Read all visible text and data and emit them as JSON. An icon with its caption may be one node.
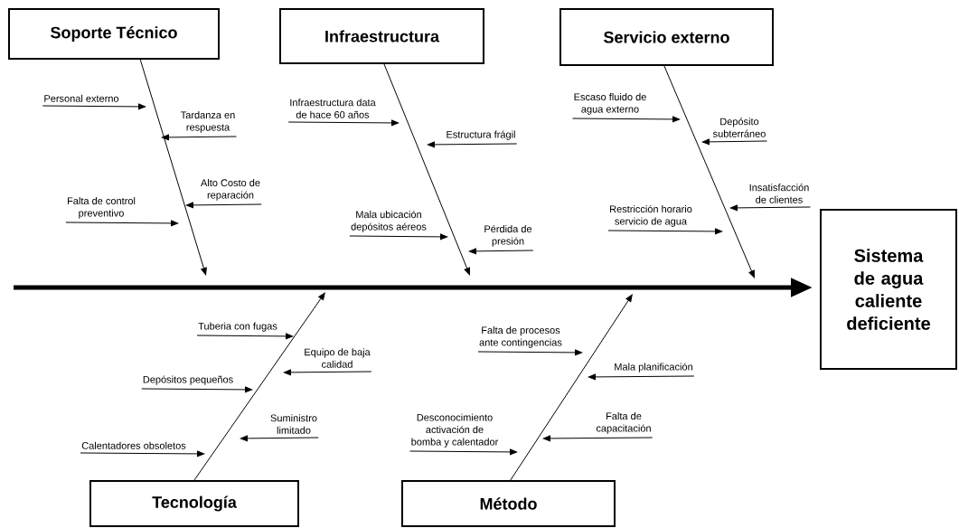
{
  "diagram": {
    "nodes": [
      {
        "text": [
          "Soporte Técnico"
        ]
      },
      {
        "text": [
          "Personal externo"
        ]
      },
      {
        "text": [
          "Tardanza en respuesta"
        ]
      },
      {
        "text": [
          "Alto Costo de reparación"
        ]
      },
      {
        "text": [
          "Falta de control preventivo"
        ]
      },
      {
        "text": [
          "Infraestructura"
        ]
      },
      {
        "text": [
          "Infraestructura data de hace 60 años"
        ]
      },
      {
        "text": [
          "Estructura frágil"
        ]
      },
      {
        "text": [
          "Mala ubicación depósitos aéreos"
        ]
      },
      {
        "text": [
          "Pérdida de presión"
        ]
      },
      {
        "text": [
          "Servicio externo"
        ]
      },
      {
        "text": [
          "Escaso fluido de agua externo"
        ]
      },
      {
        "text": [
          "Depósito subterráneo"
        ]
      },
      {
        "text": [
          "Insatisfacción de clientes"
        ]
      },
      {
        "text": [
          "Restricción horario servicio de agua"
        ]
      },
      {
        "text": [
          "Sistema de agua caliente deficiente"
        ]
      },
      {
        "text": [
          "Tecnología"
        ]
      },
      {
        "text": [
          "Tuberia con fugas"
        ]
      },
      {
        "text": [
          "Equipo de baja calidad"
        ]
      },
      {
        "text": [
          "Depósitos pequeños"
        ]
      },
      {
        "text": [
          "Suministro limitado"
        ]
      },
      {
        "text": [
          "Calentadores obsoletos"
        ]
      },
      {
        "text": [
          "Método"
        ]
      },
      {
        "text": [
          "Falta de procesos ante contingencias"
        ]
      },
      {
        "text": [
          "Mala planificación"
        ]
      },
      {
        "text": [
          "Desconocimiento activación de bomba y calentador"
        ]
      },
      {
        "text": [
          "Falta de capacitación"
        ]
      }
    ],
    "edges": [
      {
        "from": 0,
        "to": null,
        "arrow": "to"
      },
      {
        "from": 1,
        "to": null,
        "arrow": "to"
      },
      {
        "from": 2,
        "to": null,
        "arrow": "to"
      },
      {
        "from": 3,
        "to": null,
        "arrow": "to"
      },
      {
        "from": 4,
        "to": null,
        "arrow": "to"
      },
      {
        "from": 5,
        "to": null,
        "arrow": "to"
      },
      {
        "from": 6,
        "to": null,
        "arrow": "to"
      },
      {
        "from": 7,
        "to": null,
        "arrow": "to"
      },
      {
        "from": 8,
        "to": null,
        "arrow": "to"
      },
      {
        "from": 9,
        "to": null,
        "arrow": "to"
      },
      {
        "from": 10,
        "to": null,
        "arrow": "to"
      },
      {
        "from": 11,
        "to": null,
        "arrow": "to"
      },
      {
        "from": 12,
        "to": null,
        "arrow": "to"
      },
      {
        "from": 13,
        "to": null,
        "arrow": "to"
      },
      {
        "from": 14,
        "to": null,
        "arrow": "to"
      },
      {
        "from": null,
        "to": 15,
        "arrow": "to",
        "style": "thick"
      },
      {
        "from": 16,
        "to": null,
        "arrow": "to"
      },
      {
        "from": 17,
        "to": null,
        "arrow": "to"
      },
      {
        "from": 18,
        "to": null,
        "arrow": "to"
      },
      {
        "from": 19,
        "to": null,
        "arrow": "to"
      },
      {
        "from": 20,
        "to": null,
        "arrow": "to"
      },
      {
        "from": 21,
        "to": null,
        "arrow": "to"
      },
      {
        "from": 22,
        "to": null,
        "arrow": "to"
      },
      {
        "from": 23,
        "to": null,
        "arrow": "to"
      },
      {
        "from": 24,
        "to": null,
        "arrow": "to"
      },
      {
        "from": 25,
        "to": null,
        "arrow": "to"
      },
      {
        "from": 26,
        "to": null,
        "arrow": "to"
      }
    ]
  }
}
